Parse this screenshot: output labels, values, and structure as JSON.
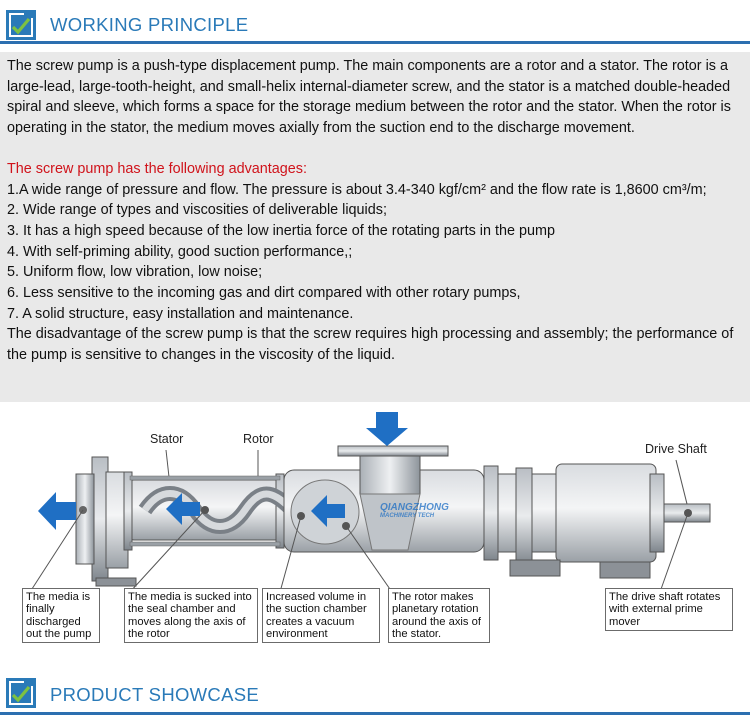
{
  "sections": {
    "working_principle": {
      "title": "WORKING PRINCIPLE"
    },
    "product_showcase": {
      "title": "PRODUCT SHOWCASE"
    }
  },
  "intro": "The screw pump is a push-type displacement pump. The main components are a rotor and a stator. The rotor is a large-lead, large-tooth-height, and small-helix internal-diameter screw, and the stator is a matched double-headed spiral and sleeve, which forms a space for the storage medium between the rotor and the stator. When the rotor is operating in the stator, the medium moves axially from the suction end to the discharge movement.",
  "advantages": {
    "heading": "The screw pump has the following advantages:",
    "items": [
      "1.A wide range of pressure and flow. The pressure is about 3.4-340 kgf/cm² and the flow rate is 1,8600 cm³/m;",
      "2. Wide range of types and viscosities of deliverable liquids;",
      "3. It has a high speed because of the low inertia force of the rotating parts in the pump",
      "4. With self-priming ability, good suction performance,;",
      "5. Uniform flow, low vibration, low noise;",
      "6. Less sensitive to the incoming gas and dirt compared with other rotary pumps,",
      "7. A solid structure, easy installation and maintenance."
    ],
    "disadvantage": "The disadvantage of the screw pump is that the screw requires high processing and assembly; the performance of the pump is sensitive to changes in the viscosity of the liquid."
  },
  "diagram": {
    "labels": {
      "stator": "Stator",
      "rotor": "Rotor",
      "drive_shaft": "Drive Shaft"
    },
    "brand": "QIANGZHONG",
    "brand_sub": "MACHINERY TECH",
    "captions": [
      "The media is finally discharged out the pump",
      "The media is sucked into the seal chamber and moves along the axis of the rotor",
      "Increased volume in the suction chamber creates a vacuum environment",
      "The rotor makes planetary rotation around the axis of the stator.",
      "The drive shaft rotates with external prime mover"
    ]
  },
  "colors": {
    "accent": "#2c6fb0",
    "heading_text": "#2a7ab8",
    "advantage_heading": "#d0131b",
    "panel_bg": "#e9e9e9",
    "arrow": "#1f6fc4"
  }
}
